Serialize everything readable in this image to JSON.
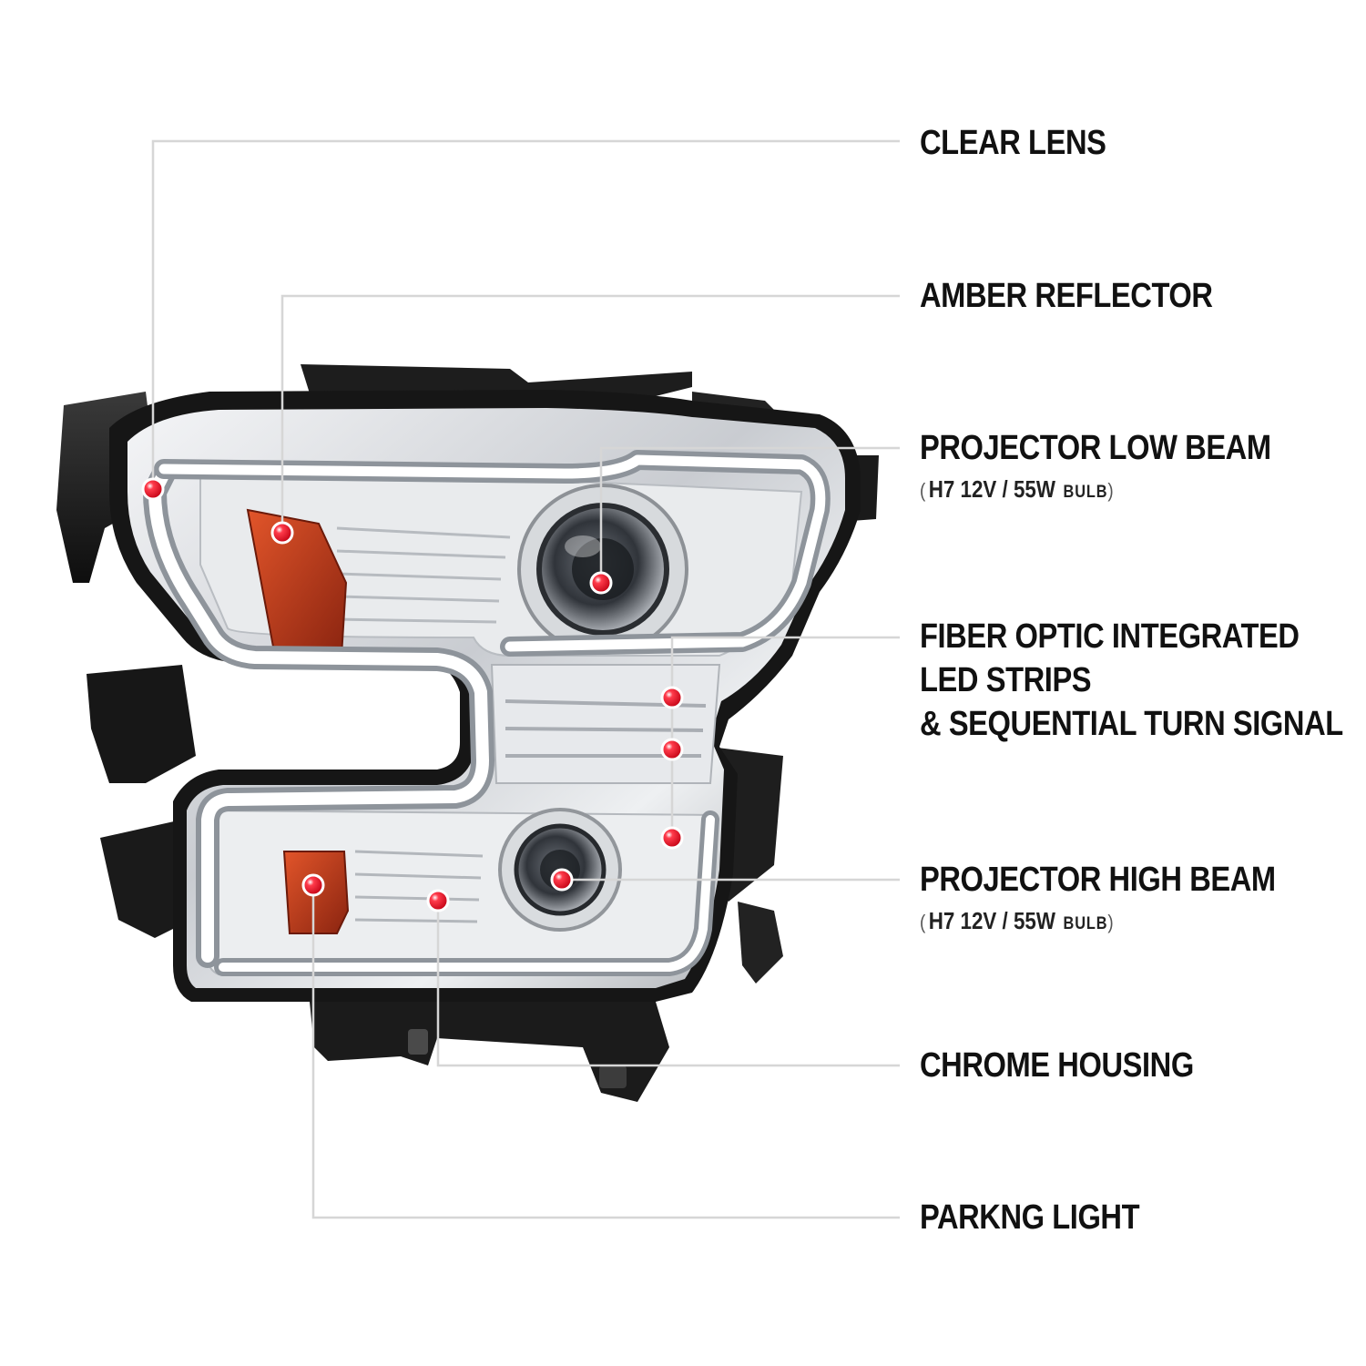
{
  "callouts": [
    {
      "id": "clear-lens",
      "lines": [
        "CLEAR LENS"
      ]
    },
    {
      "id": "amber-reflector",
      "lines": [
        "AMBER REFLECTOR"
      ]
    },
    {
      "id": "projector-low-beam",
      "lines": [
        "PROJECTOR LOW BEAM"
      ],
      "spec": {
        "open": "(",
        "value": "H7  12V / 55W",
        "unit": "BULB",
        "close": ")"
      }
    },
    {
      "id": "fiber-optic-led",
      "lines": [
        "FIBER OPTIC INTEGRATED",
        "LED STRIPS",
        "& SEQUENTIAL TURN SIGNAL"
      ]
    },
    {
      "id": "projector-high-beam",
      "lines": [
        "PROJECTOR HIGH BEAM"
      ],
      "spec": {
        "open": "(",
        "value": "H7  12V / 55W",
        "unit": "BULB",
        "close": ")"
      }
    },
    {
      "id": "chrome-housing",
      "lines": [
        "CHROME HOUSING"
      ]
    },
    {
      "id": "parking-light",
      "lines": [
        "PARKNG LIGHT"
      ]
    }
  ],
  "colors": {
    "leader_line": "#d6d6d6",
    "marker": "#e3001b",
    "amber": "#b0321a",
    "housing_black": "#1c1c1c",
    "chrome": "#e4e7ea",
    "led_strip": "#ffffff"
  }
}
